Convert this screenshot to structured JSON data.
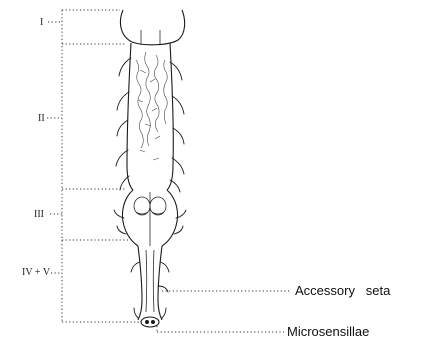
{
  "segments": {
    "seg1": "I",
    "seg2": "II",
    "seg3": "III",
    "seg45": "IV + V"
  },
  "callouts": {
    "accessory": "Accessory   seta",
    "micro": "Microsensillae"
  },
  "colors": {
    "ink": "#1a1a1a",
    "background": "#ffffff"
  }
}
